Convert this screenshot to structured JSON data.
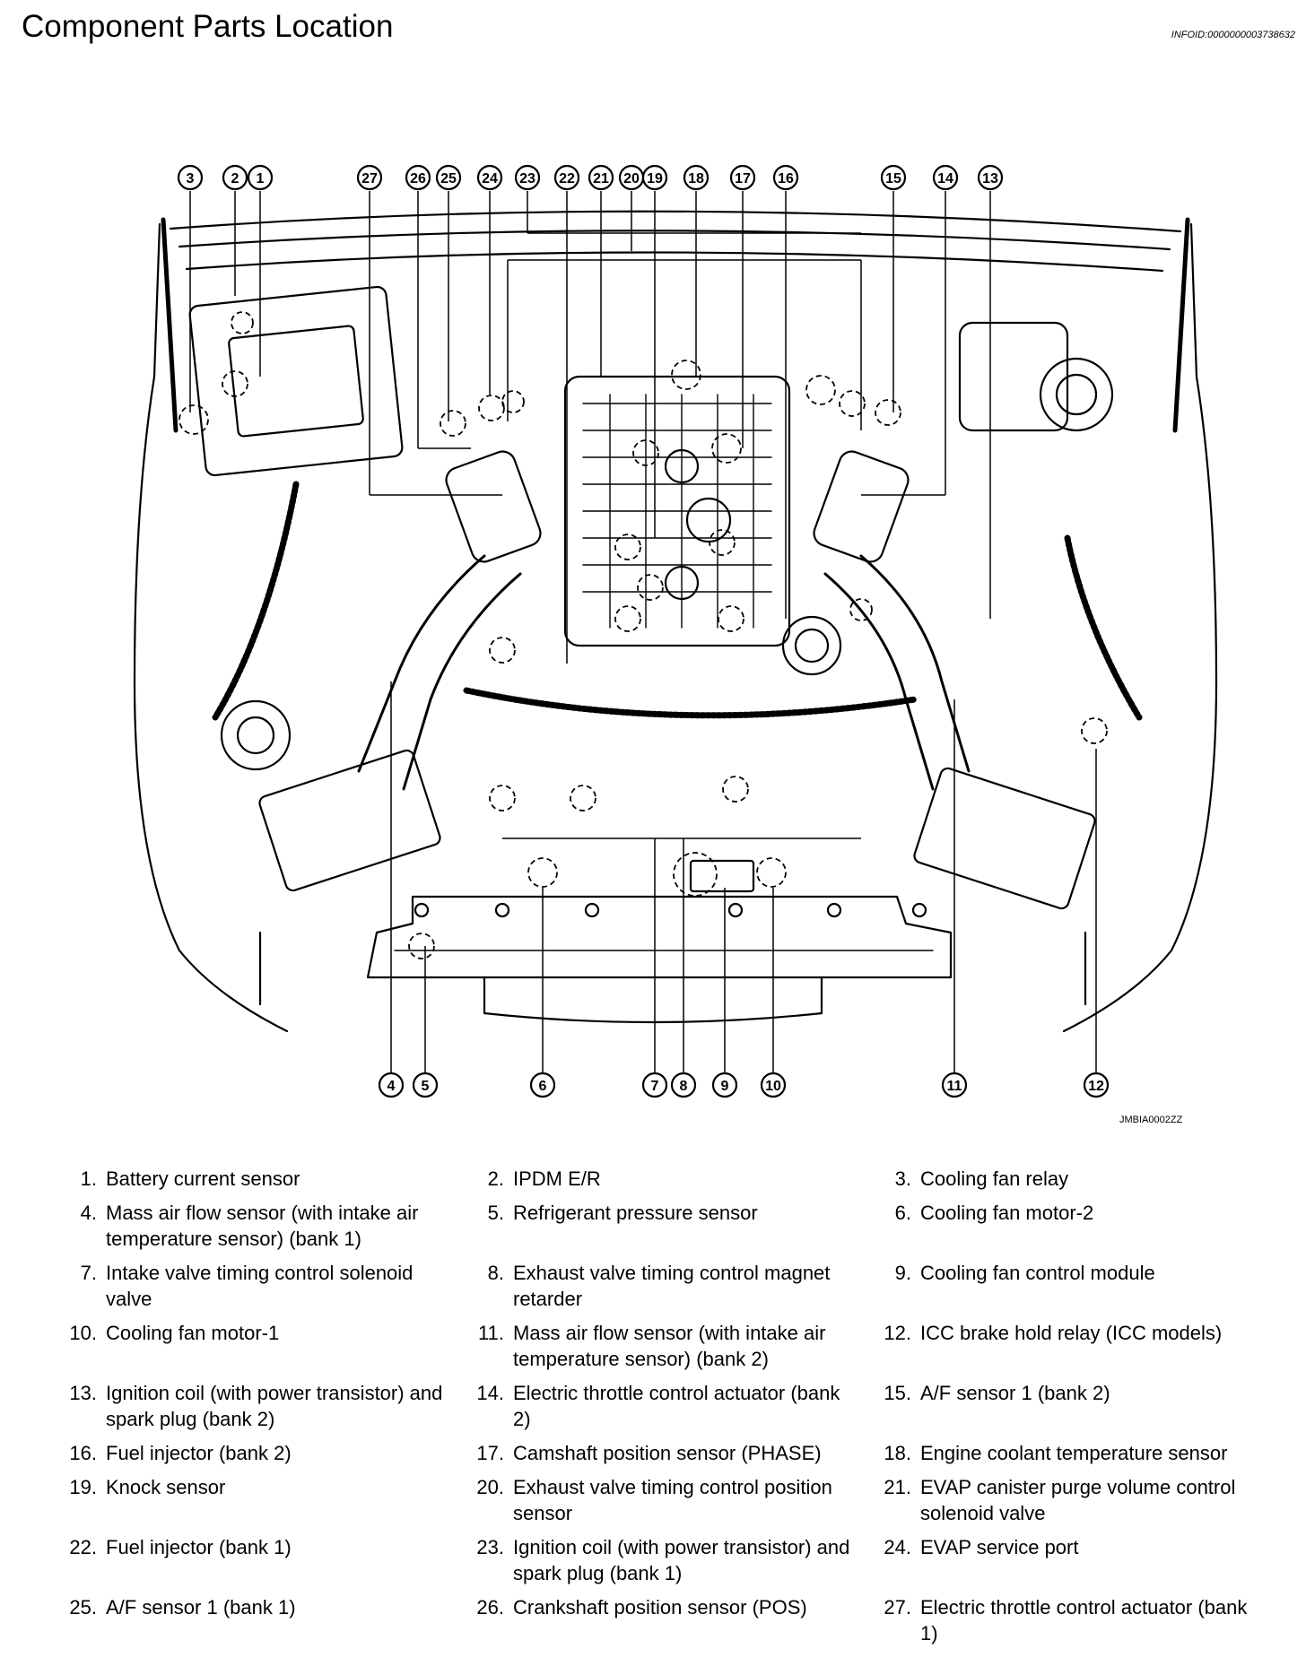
{
  "header": {
    "title": "Component Parts Location",
    "info_id": "INFOID:0000000003738632"
  },
  "diagram": {
    "image_code": "JMBIA0002ZZ",
    "callouts_top": [
      "3",
      "2",
      "1",
      "27",
      "26",
      "25",
      "24",
      "23",
      "22",
      "21",
      "20",
      "19",
      "18",
      "17",
      "16",
      "15",
      "14",
      "13"
    ],
    "callouts_bottom": [
      "4",
      "5",
      "6",
      "7",
      "8",
      "9",
      "10",
      "11",
      "12"
    ]
  },
  "legend": [
    {
      "num": "1.",
      "text": "Battery current sensor"
    },
    {
      "num": "2.",
      "text": "IPDM E/R"
    },
    {
      "num": "3.",
      "text": "Cooling fan relay"
    },
    {
      "num": "4.",
      "text": "Mass air flow sensor (with intake air temperature sensor) (bank 1)"
    },
    {
      "num": "5.",
      "text": "Refrigerant pressure sensor"
    },
    {
      "num": "6.",
      "text": "Cooling fan motor-2"
    },
    {
      "num": "7.",
      "text": "Intake valve timing control solenoid valve"
    },
    {
      "num": "8.",
      "text": "Exhaust valve timing control magnet retarder"
    },
    {
      "num": "9.",
      "text": "Cooling fan control module"
    },
    {
      "num": "10.",
      "text": "Cooling fan motor-1"
    },
    {
      "num": "11.",
      "text": "Mass air flow sensor (with intake air temperature sensor) (bank 2)"
    },
    {
      "num": "12.",
      "text": "ICC brake hold relay (ICC models)"
    },
    {
      "num": "13.",
      "text": "Ignition coil (with power transistor) and spark plug (bank 2)"
    },
    {
      "num": "14.",
      "text": "Electric throttle control actuator (bank 2)"
    },
    {
      "num": "15.",
      "text": "A/F sensor 1 (bank 2)"
    },
    {
      "num": "16.",
      "text": "Fuel injector (bank 2)"
    },
    {
      "num": "17.",
      "text": "Camshaft position sensor (PHASE)"
    },
    {
      "num": "18.",
      "text": "Engine coolant temperature sensor"
    },
    {
      "num": "19.",
      "text": "Knock sensor"
    },
    {
      "num": "20.",
      "text": "Exhaust valve timing control position sensor"
    },
    {
      "num": "21.",
      "text": "EVAP canister purge volume control solenoid valve"
    },
    {
      "num": "22.",
      "text": "Fuel injector (bank 1)"
    },
    {
      "num": "23.",
      "text": "Ignition coil (with power transistor) and spark plug (bank 1)"
    },
    {
      "num": "24.",
      "text": "EVAP service port"
    },
    {
      "num": "25.",
      "text": "A/F sensor 1 (bank 1)"
    },
    {
      "num": "26.",
      "text": "Crankshaft position sensor (POS)"
    },
    {
      "num": "27.",
      "text": "Electric throttle control actuator (bank 1)"
    }
  ]
}
